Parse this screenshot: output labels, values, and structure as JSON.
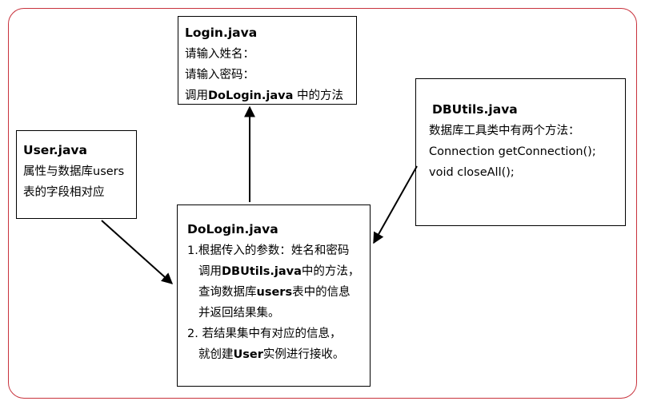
{
  "login": {
    "title": "Login.java",
    "lines": [
      "请输入姓名：",
      "请输入密码："
    ],
    "call": {
      "pre": "调用",
      "bold": "DoLogin.java",
      "post": " 中的方法"
    }
  },
  "user": {
    "title": "User.java",
    "lines": [
      "属性与数据库users",
      "表的字段相对应"
    ]
  },
  "dbutils": {
    "title": "DBUtils.java",
    "lines": [
      "数据库工具类中有两个方法：",
      "Connection getConnection();",
      "void closeAll();"
    ]
  },
  "dologin": {
    "title": "DoLogin.java",
    "l1": "1.根据传入的参数：姓名和密码",
    "l2": {
      "pre": "调用",
      "bold": "DBUtils.java",
      "post": "中的方法，"
    },
    "l3": {
      "pre": "查询数据库",
      "bold": "users",
      "post": "表中的信息"
    },
    "l4": "并返回结果集。",
    "l5": "2. 若结果集中有对应的信息，",
    "l6": {
      "pre": "就创建",
      "bold": "User",
      "post": "实例进行接收。"
    }
  },
  "colors": {
    "frame": "#c8323c",
    "arrow": "#000000"
  }
}
